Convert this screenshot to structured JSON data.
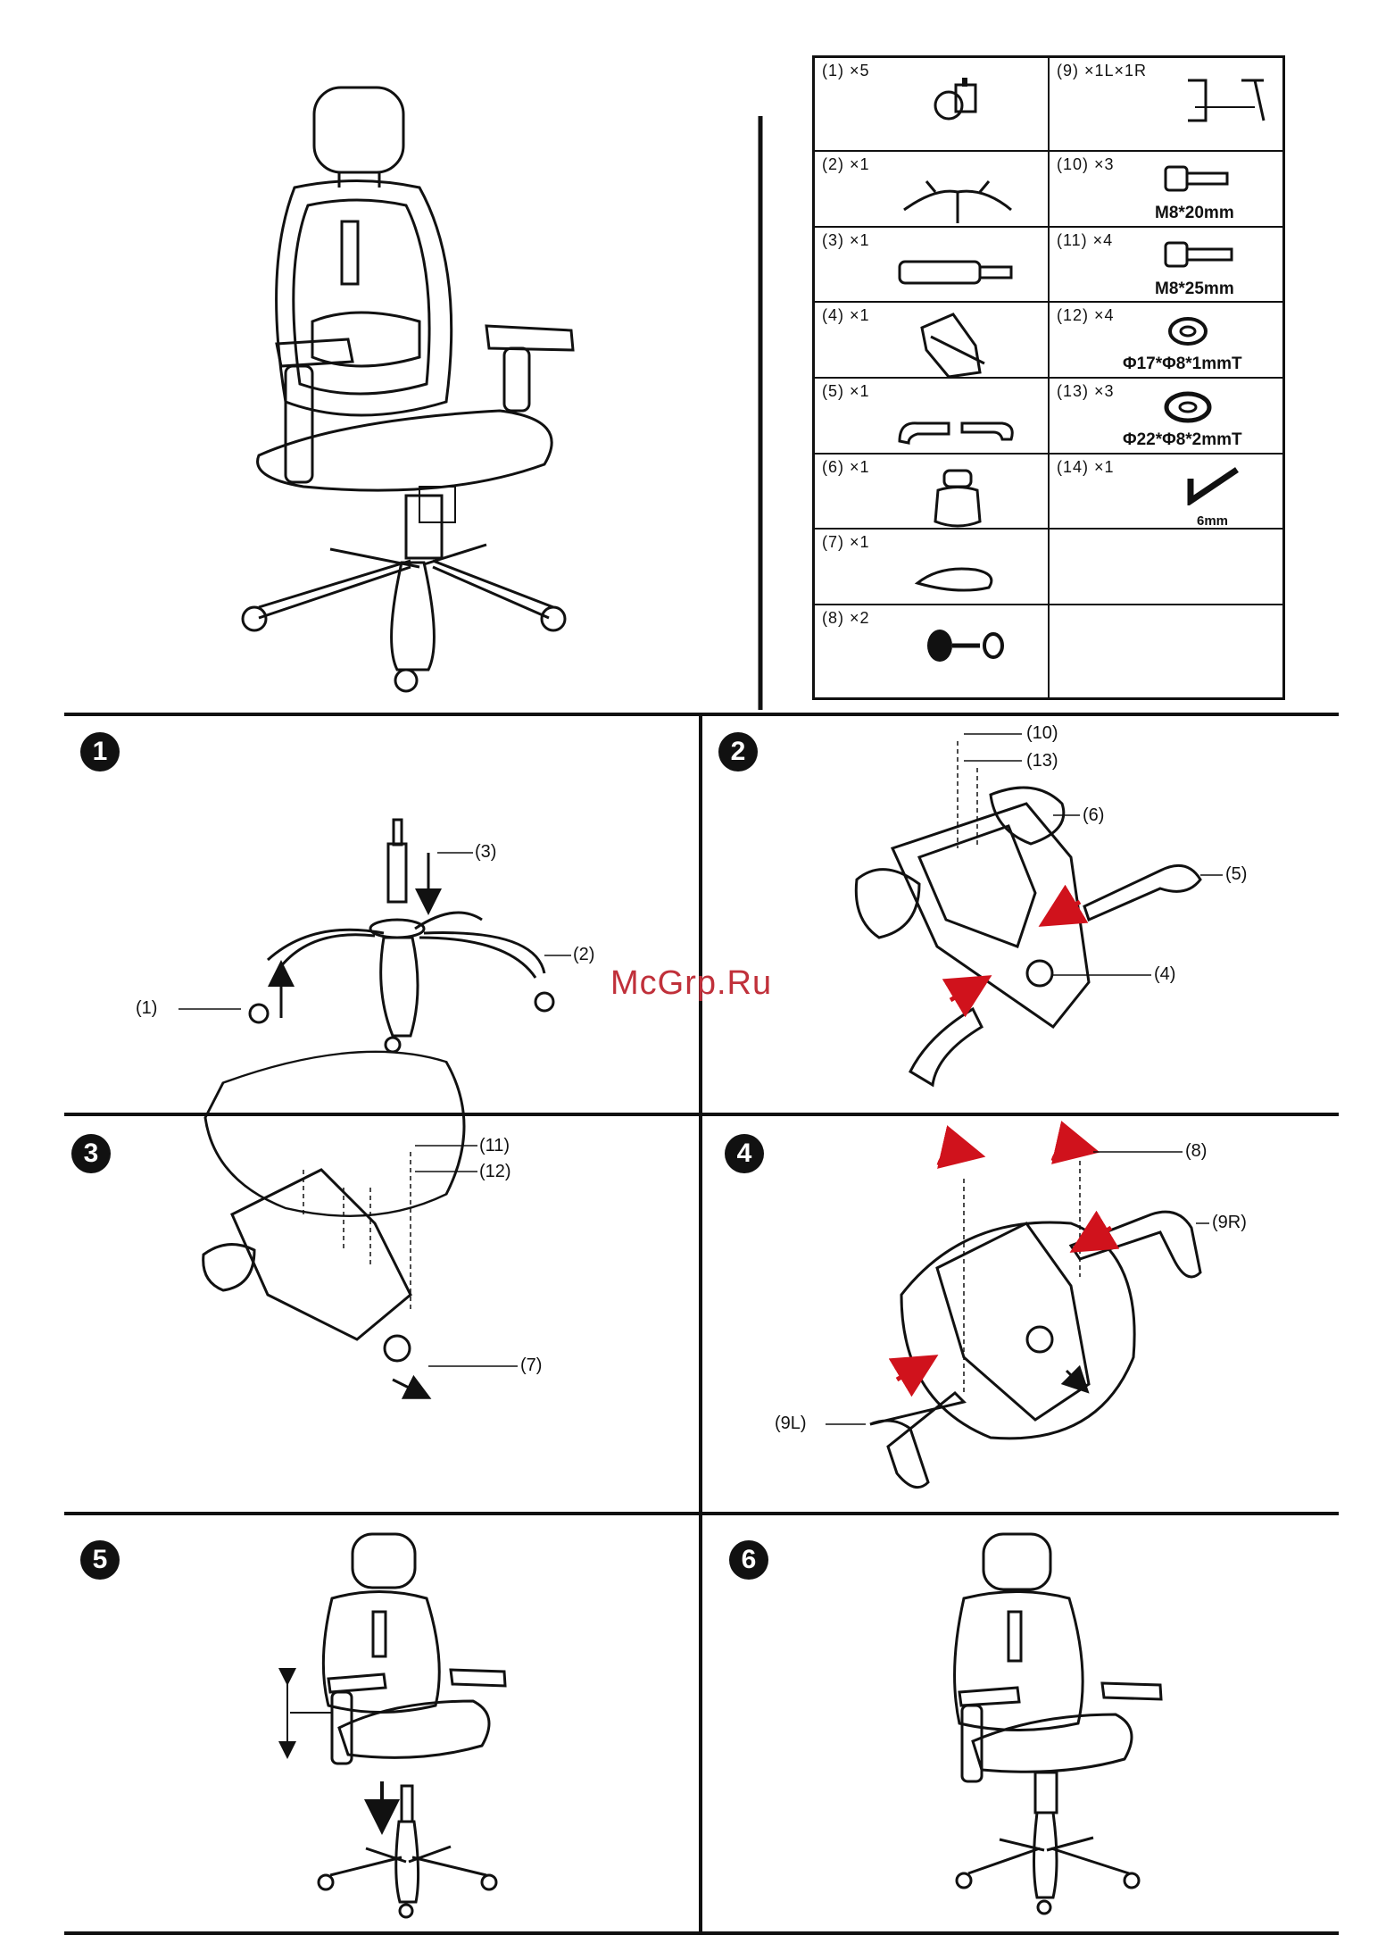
{
  "parts_list": [
    {
      "label": "(1) ×5",
      "spec": ""
    },
    {
      "label": "(9) ×1L×1R",
      "spec": ""
    },
    {
      "label": "(2) ×1",
      "spec": ""
    },
    {
      "label": "(10) ×3",
      "spec": "M8*20mm"
    },
    {
      "label": "(3) ×1",
      "spec": ""
    },
    {
      "label": "(11) ×4",
      "spec": "M8*25mm"
    },
    {
      "label": "(4) ×1",
      "spec": ""
    },
    {
      "label": "(12) ×4",
      "spec": "Φ17*Φ8*1mmT"
    },
    {
      "label": "(5) ×1",
      "spec": ""
    },
    {
      "label": "(13) ×3",
      "spec": "Φ22*Φ8*2mmT"
    },
    {
      "label": "(6) ×1",
      "spec": ""
    },
    {
      "label": "(14) ×1",
      "spec": "6mm"
    },
    {
      "label": "(7) ×1",
      "spec": ""
    },
    {
      "label": "",
      "spec": ""
    },
    {
      "label": "(8) ×2",
      "spec": ""
    },
    {
      "label": "",
      "spec": ""
    }
  ],
  "steps": {
    "s1": {
      "num": "1",
      "callouts": [
        "(3)",
        "(2)",
        "(1)"
      ]
    },
    "s2": {
      "num": "2",
      "callouts": [
        "(10)",
        "(13)",
        "(6)",
        "(5)",
        "(4)"
      ]
    },
    "s3": {
      "num": "3",
      "callouts": [
        "(11)",
        "(12)",
        "(7)"
      ]
    },
    "s4": {
      "num": "4",
      "callouts": [
        "(8)",
        "(9R)",
        "(9L)"
      ]
    },
    "s5": {
      "num": "5"
    },
    "s6": {
      "num": "6"
    }
  },
  "watermark": "McGrp.Ru",
  "colors": {
    "ink": "#111111",
    "arrow_red": "#d0121c",
    "watermark": "#c0303a"
  }
}
